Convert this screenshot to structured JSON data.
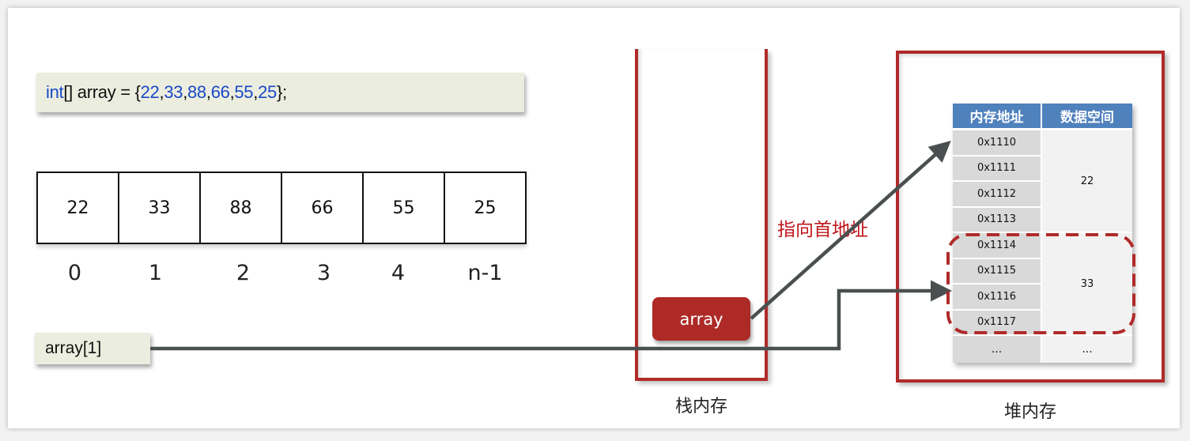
{
  "code": {
    "keyword": "int",
    "rest_before_values": "[] array = {",
    "values": [
      "22",
      "33",
      "88",
      "66",
      "55",
      "25"
    ],
    "separator": ",",
    "closing": "};"
  },
  "array_cells": [
    "22",
    "33",
    "88",
    "66",
    "55",
    "25"
  ],
  "indices": [
    "0",
    "1",
    "2",
    "3",
    "4",
    "n-1"
  ],
  "reference_expression": "array[1]",
  "stack": {
    "label": "栈内存",
    "variable": "array"
  },
  "pointer_label": "指向首地址",
  "heap": {
    "label": "堆内存",
    "table": {
      "headers": [
        "内存地址",
        "数据空间"
      ],
      "groups": [
        {
          "addresses": [
            "0x1110",
            "0x1111",
            "0x1112",
            "0x1113"
          ],
          "value": "22",
          "highlighted": false
        },
        {
          "addresses": [
            "0x1114",
            "0x1115",
            "0x1116",
            "0x1117"
          ],
          "value": "33",
          "highlighted": true
        }
      ],
      "ellipsis_row": [
        "...",
        "..."
      ]
    }
  },
  "colors": {
    "accent_red": "#ad2a27",
    "code_blue": "#1a48c7",
    "header_blue": "#4f81bd",
    "arrow_gray": "#4a4f4f",
    "code_bg": "#ebeedf"
  }
}
